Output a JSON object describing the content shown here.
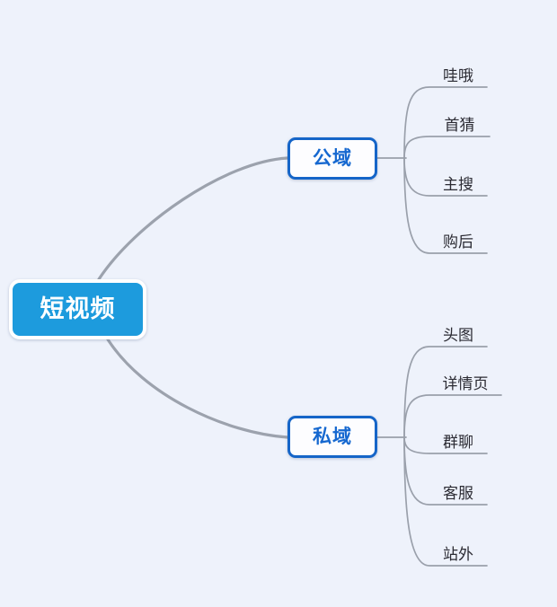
{
  "diagram": {
    "type": "mind-map",
    "orientation": "left-to-right",
    "background_color": "#eef2fb",
    "connector_color": "#9aa0ab",
    "root": {
      "label": "短视频",
      "fill_color": "#1d9bdd",
      "text_color": "#ffffff",
      "border_color": "#ffffff"
    },
    "branches": [
      {
        "id": "public",
        "label": "公域",
        "fill_color": "#fdfdff",
        "text_color": "#1668d0",
        "border_color": "#1565c8",
        "leaves": [
          {
            "label": "哇哦"
          },
          {
            "label": "首猜"
          },
          {
            "label": "主搜"
          },
          {
            "label": "购后"
          }
        ]
      },
      {
        "id": "private",
        "label": "私域",
        "fill_color": "#fdfdff",
        "text_color": "#1668d0",
        "border_color": "#1565c8",
        "leaves": [
          {
            "label": "头图"
          },
          {
            "label": "详情页"
          },
          {
            "label": "群聊"
          },
          {
            "label": "客服"
          },
          {
            "label": "站外"
          }
        ]
      }
    ]
  }
}
